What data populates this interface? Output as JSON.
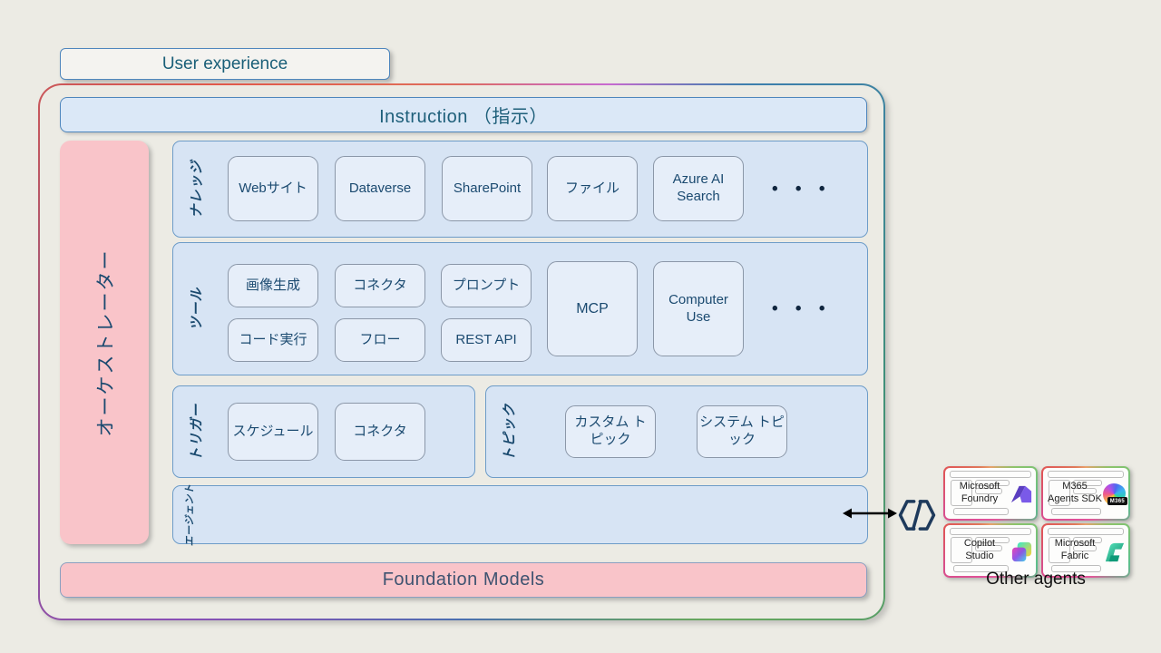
{
  "user_experience": {
    "label": "User experience"
  },
  "instruction": {
    "label": "Instruction （指示）"
  },
  "orchestrator": {
    "label": "オーケストレーター"
  },
  "rows": {
    "knowledge": {
      "label": "ナレッジ",
      "items": [
        "Webサイト",
        "Dataverse",
        "SharePoint",
        "ファイル",
        "Azure AI Search"
      ],
      "more": "• • •"
    },
    "tools": {
      "label": "ツール",
      "grid_items": [
        "画像生成",
        "コネクタ",
        "プロンプト",
        "コード実行",
        "フロー",
        "REST API"
      ],
      "tall_items": [
        "MCP",
        "Computer Use"
      ],
      "more": "• • •"
    },
    "trigger": {
      "label": "トリガー",
      "items": [
        "スケジュール",
        "コネクタ"
      ]
    },
    "topic": {
      "label": "トピック",
      "items": [
        "カスタム トピック",
        "システム トピック"
      ]
    },
    "agent": {
      "label": "エージェント"
    }
  },
  "foundation": {
    "label": "Foundation Models"
  },
  "external": {
    "cards": [
      {
        "label": "Microsoft Foundry",
        "logo": "foundry-logo"
      },
      {
        "label": "M365 Agents SDK",
        "badge": "M365",
        "logo": "copilot-logo"
      },
      {
        "label": "Copilot Studio",
        "logo": "copilot-studio-logo"
      },
      {
        "label": "Microsoft Fabric",
        "logo": "fabric-logo"
      }
    ],
    "caption": "Other agents"
  },
  "colors": {
    "page_bg": "#ecebe4",
    "panel_blue": "#d7e4f4",
    "chip_fill": "#e6eef9",
    "pink": "#f9c4c9",
    "border_blue": "#4e86bd",
    "text_navy": "#1b4a70",
    "text_slate": "#3e5370"
  }
}
